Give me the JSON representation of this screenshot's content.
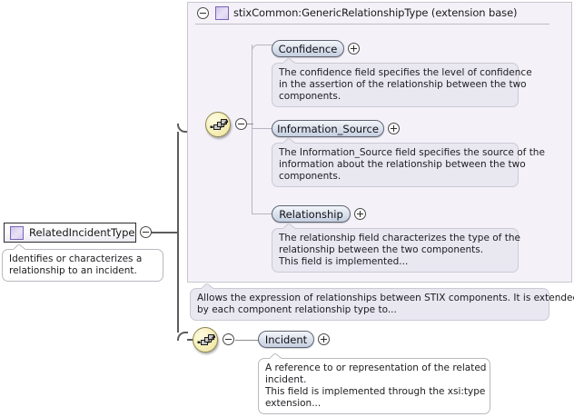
{
  "diagram": {
    "kind": "xml-schema-tree",
    "root": {
      "name": "RelatedIncidentType",
      "icon": "complex-type-icon",
      "toggle": "minus",
      "annotation": {
        "lines": [
          "Identifies or characterizes a",
          "relationship to an incident."
        ]
      }
    },
    "extension_panel": {
      "title": "stixCommon:GenericRelationshipType (extension base)",
      "icon": "complex-type-icon",
      "toggle": "minus",
      "compositor": {
        "icon": "sequence-icon",
        "toggle": "minus"
      },
      "elements": [
        {
          "name": "Confidence",
          "toggle": "plus",
          "annotation": {
            "lines": [
              "The confidence field specifies the level of confidence",
              "in the assertion of the relationship between the two",
              "components."
            ]
          }
        },
        {
          "name": "Information_Source",
          "toggle": "plus",
          "annotation": {
            "lines": [
              "The Information_Source field specifies the source of the",
              "information about the relationship between the two",
              "components."
            ]
          }
        },
        {
          "name": "Relationship",
          "toggle": "plus",
          "annotation": {
            "lines": [
              "The relationship field characterizes the type of the",
              "relationship between the two components.",
              "This field is implemented..."
            ]
          }
        }
      ]
    },
    "extension_annotation": {
      "lines": [
        "Allows the expression of relationships between STIX components. It is extended",
        "by each component relationship type to..."
      ]
    },
    "local_branch": {
      "compositor": {
        "icon": "sequence-icon",
        "toggle": "minus"
      },
      "element": {
        "name": "Incident",
        "toggle": "plus",
        "annotation": {
          "lines": [
            "A reference to or representation of the related",
            "incident.",
            "This field is implemented through the xsi:type",
            "extension..."
          ]
        }
      }
    },
    "colors": {
      "panel_background": "#f4f2f8",
      "panel_border": "#c8c6cc",
      "element_fill": "#dfe5ef",
      "element_border": "#5e6473",
      "compositor_fill": "#f6efb8",
      "compositor_border": "#8d8550",
      "annotation_fill": "#e9e7f0",
      "annotation_fill_outer": "#ffffff",
      "type_glyph": "#cfc4ea",
      "connector": "#5c5c5c"
    }
  }
}
